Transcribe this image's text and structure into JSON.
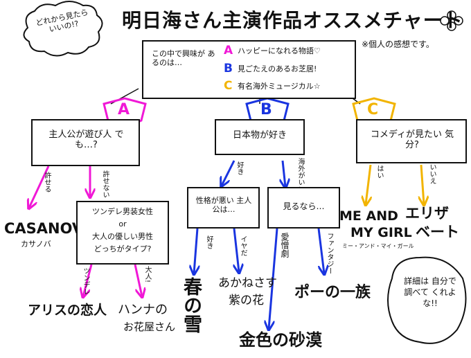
{
  "colors": {
    "magenta": "#f018d6",
    "blue": "#1a35e0",
    "yellow": "#f2b400",
    "ink": "#111111"
  },
  "header": {
    "bubble": "どれから見たら いいの!?",
    "title": "明日海さん主演作品オススメチャート",
    "note": "※個人の感想です。"
  },
  "legend": {
    "intro": "この中で興味が あるのは…",
    "items": [
      {
        "letter": "A",
        "text": "ハッピーになれる物語♡"
      },
      {
        "letter": "B",
        "text": "見ごたえのあるお芝居!"
      },
      {
        "letter": "C",
        "text": "有名海外ミュージカル☆"
      }
    ]
  },
  "branch_a": {
    "letter": "A",
    "question": "主人公が遊び人 でも…?",
    "yes_label": "許せる",
    "no_label": "許せない",
    "yes_result": "CASANOVA",
    "yes_result_sub": "カサノバ",
    "sub_question_line1": "ツンデレ男装女性",
    "sub_question_or": "or",
    "sub_question_line2": "大人の優しい男性",
    "sub_question_line3": "どっちがタイプ?",
    "left_label": "ツンデレ",
    "right_label": "大人!",
    "left_result": "アリスの恋人",
    "right_result_line1": "ハンナの",
    "right_result_line2": "お花屋さん"
  },
  "branch_b": {
    "letter": "B",
    "question": "日本物が好き",
    "left_label": "好き",
    "right_label": "海外がいい",
    "left_question": "性格が悪い 主人公は…",
    "right_question": "見るなら…",
    "ll_label": "好き",
    "lr_label": "イヤだ",
    "rl_label": "愛憎劇",
    "rr_label": "ファンタジー",
    "ll_result": "春の雪",
    "lr_result_line1": "あかねさす",
    "lr_result_line2": "紫の花",
    "rl_result": "金色の砂漠",
    "rr_result": "ポーの一族"
  },
  "branch_c": {
    "letter": "C",
    "question": "コメディが見たい 気分?",
    "yes_label": "はい",
    "no_label": "いいえ",
    "yes_result_line1": "ME AND",
    "yes_result_line2": "MY GIRL",
    "yes_result_sub": "ミー・アンド・マイ・ガール",
    "no_result_line1": "エリザ",
    "no_result_line2": "ベート"
  },
  "footer_bubble": "詳細は 自分で 調べて くれよな!!"
}
